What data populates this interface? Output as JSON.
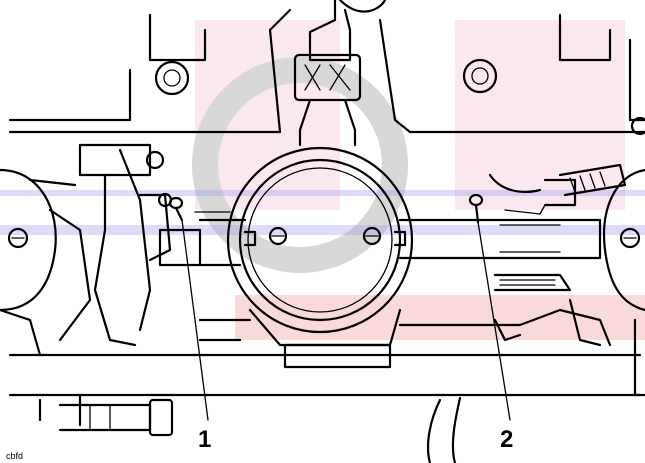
{
  "diagram": {
    "callouts": [
      {
        "id": "1",
        "label": "1"
      },
      {
        "id": "2",
        "label": "2"
      }
    ],
    "image_code": "cbfd"
  },
  "colors": {
    "line": "#000000",
    "background": "#ffffff",
    "watermark_pink": "#f5c6d8",
    "watermark_grey": "#c8c8c8",
    "watermark_blue": "#3a3ad8",
    "watermark_red": "#e23a3a"
  }
}
